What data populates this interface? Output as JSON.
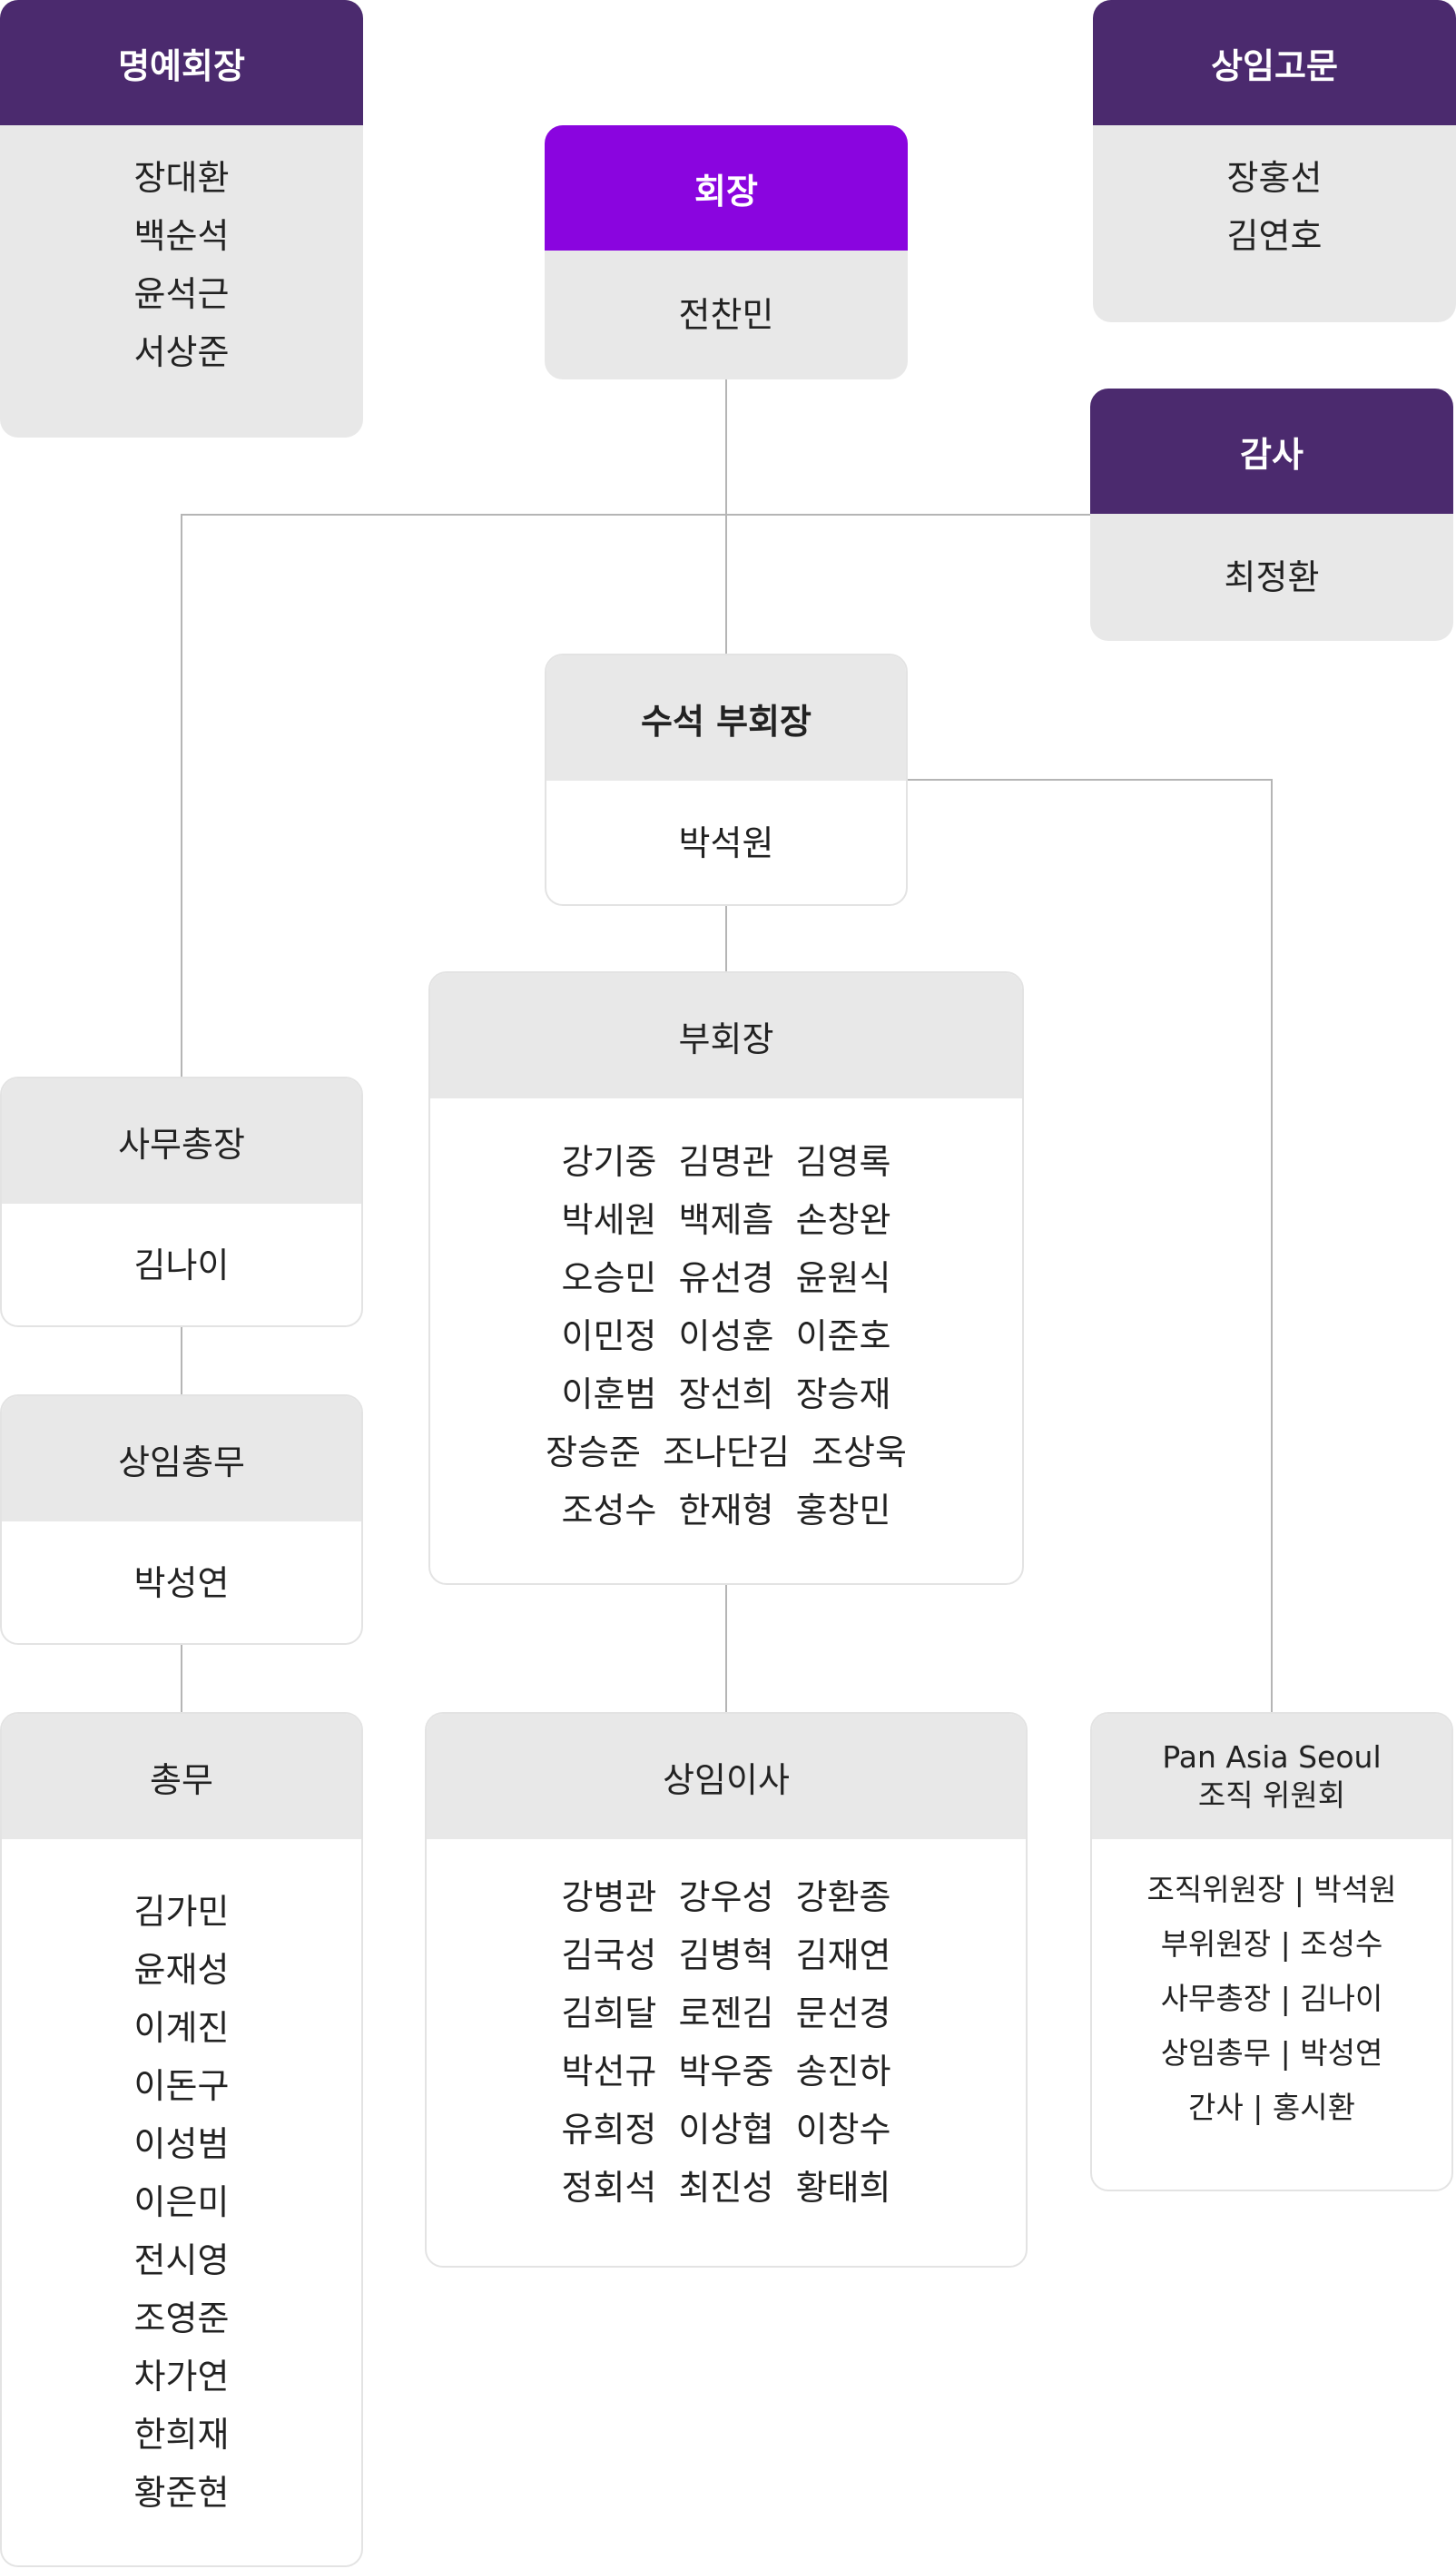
{
  "honorary_chairman": {
    "title": "명예회장",
    "names": [
      "장대환",
      "백순석",
      "윤석근",
      "서상준"
    ]
  },
  "chairman": {
    "title": "회장",
    "name": "전찬민"
  },
  "senior_advisor": {
    "title": "상임고문",
    "names": [
      "장홍선",
      "김연호"
    ]
  },
  "auditor": {
    "title": "감사",
    "name": "최정환"
  },
  "senior_vice_chairman": {
    "title": "수석 부회장",
    "name": "박석원"
  },
  "vice_chairman": {
    "title": "부회장",
    "rows": [
      "강기중  김명관  김영록",
      "박세원  백제흠  손창완",
      "오승민  유선경  윤원식",
      "이민정  이성훈  이준호",
      "이훈범  장선희  장승재",
      "장승준  조나단김  조상욱",
      "조성수  한재형  홍창민"
    ]
  },
  "secretary_general": {
    "title": "사무총장",
    "name": "김나이"
  },
  "standing_general_affairs": {
    "title": "상임총무",
    "name": "박성연"
  },
  "general_affairs": {
    "title": "총무",
    "names": [
      "김가민",
      "윤재성",
      "이계진",
      "이돈구",
      "이성범",
      "이은미",
      "전시영",
      "조영준",
      "차가연",
      "한희재",
      "황준현"
    ]
  },
  "standing_director": {
    "title": "상임이사",
    "rows": [
      "강병관  강우성  강환종",
      "김국성  김병혁  김재연",
      "김희달  로젠김  문선경",
      "박선규  박우중  송진하",
      "유희정  이상협  이창수",
      "정회석  최진성  황태희"
    ]
  },
  "pan_asia": {
    "title_line1": "Pan Asia Seoul",
    "title_line2": "조직 위원회",
    "rows": [
      "조직위원장 | 박석원",
      "부위원장 | 조성수",
      "사무총장 | 김나이",
      "상임총무 | 박성연",
      "간사 | 홍시환"
    ]
  },
  "colors": {
    "header_purple": "#4b2a6e",
    "chairman_violet": "#8a05df",
    "box_gray": "#e8e8e8",
    "connector": "#b5b5b5"
  }
}
